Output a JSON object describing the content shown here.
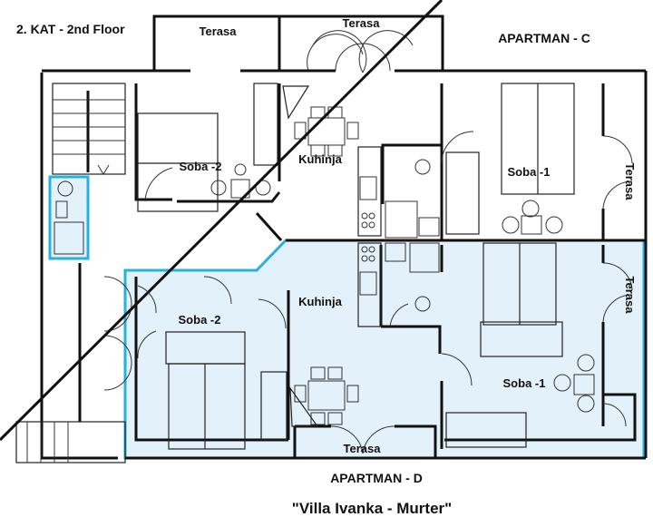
{
  "header": {
    "floor_label": "2. KAT - 2nd Floor"
  },
  "colors": {
    "highlight_stroke": "#27b2de",
    "highlight_fill": "#e3f1fa",
    "wall": "#111111"
  },
  "apartment_c": {
    "name": "APARTMAN - C",
    "rooms": {
      "terasa_left": "Terasa",
      "terasa_top": "Terasa",
      "soba_2": "Soba -2",
      "kuhinja": "Kuhinja",
      "soba_1": "Soba -1",
      "terasa_right": "Terasa"
    }
  },
  "apartment_d": {
    "name": "APARTMAN - D",
    "rooms": {
      "soba_2": "Soba -2",
      "kuhinja": "Kuhinja",
      "soba_1": "Soba -1",
      "terasa_bottom": "Terasa",
      "terasa_right": "Terasa"
    }
  },
  "footer": {
    "villa_name": "\"Villa Ivanka - Murter\""
  }
}
